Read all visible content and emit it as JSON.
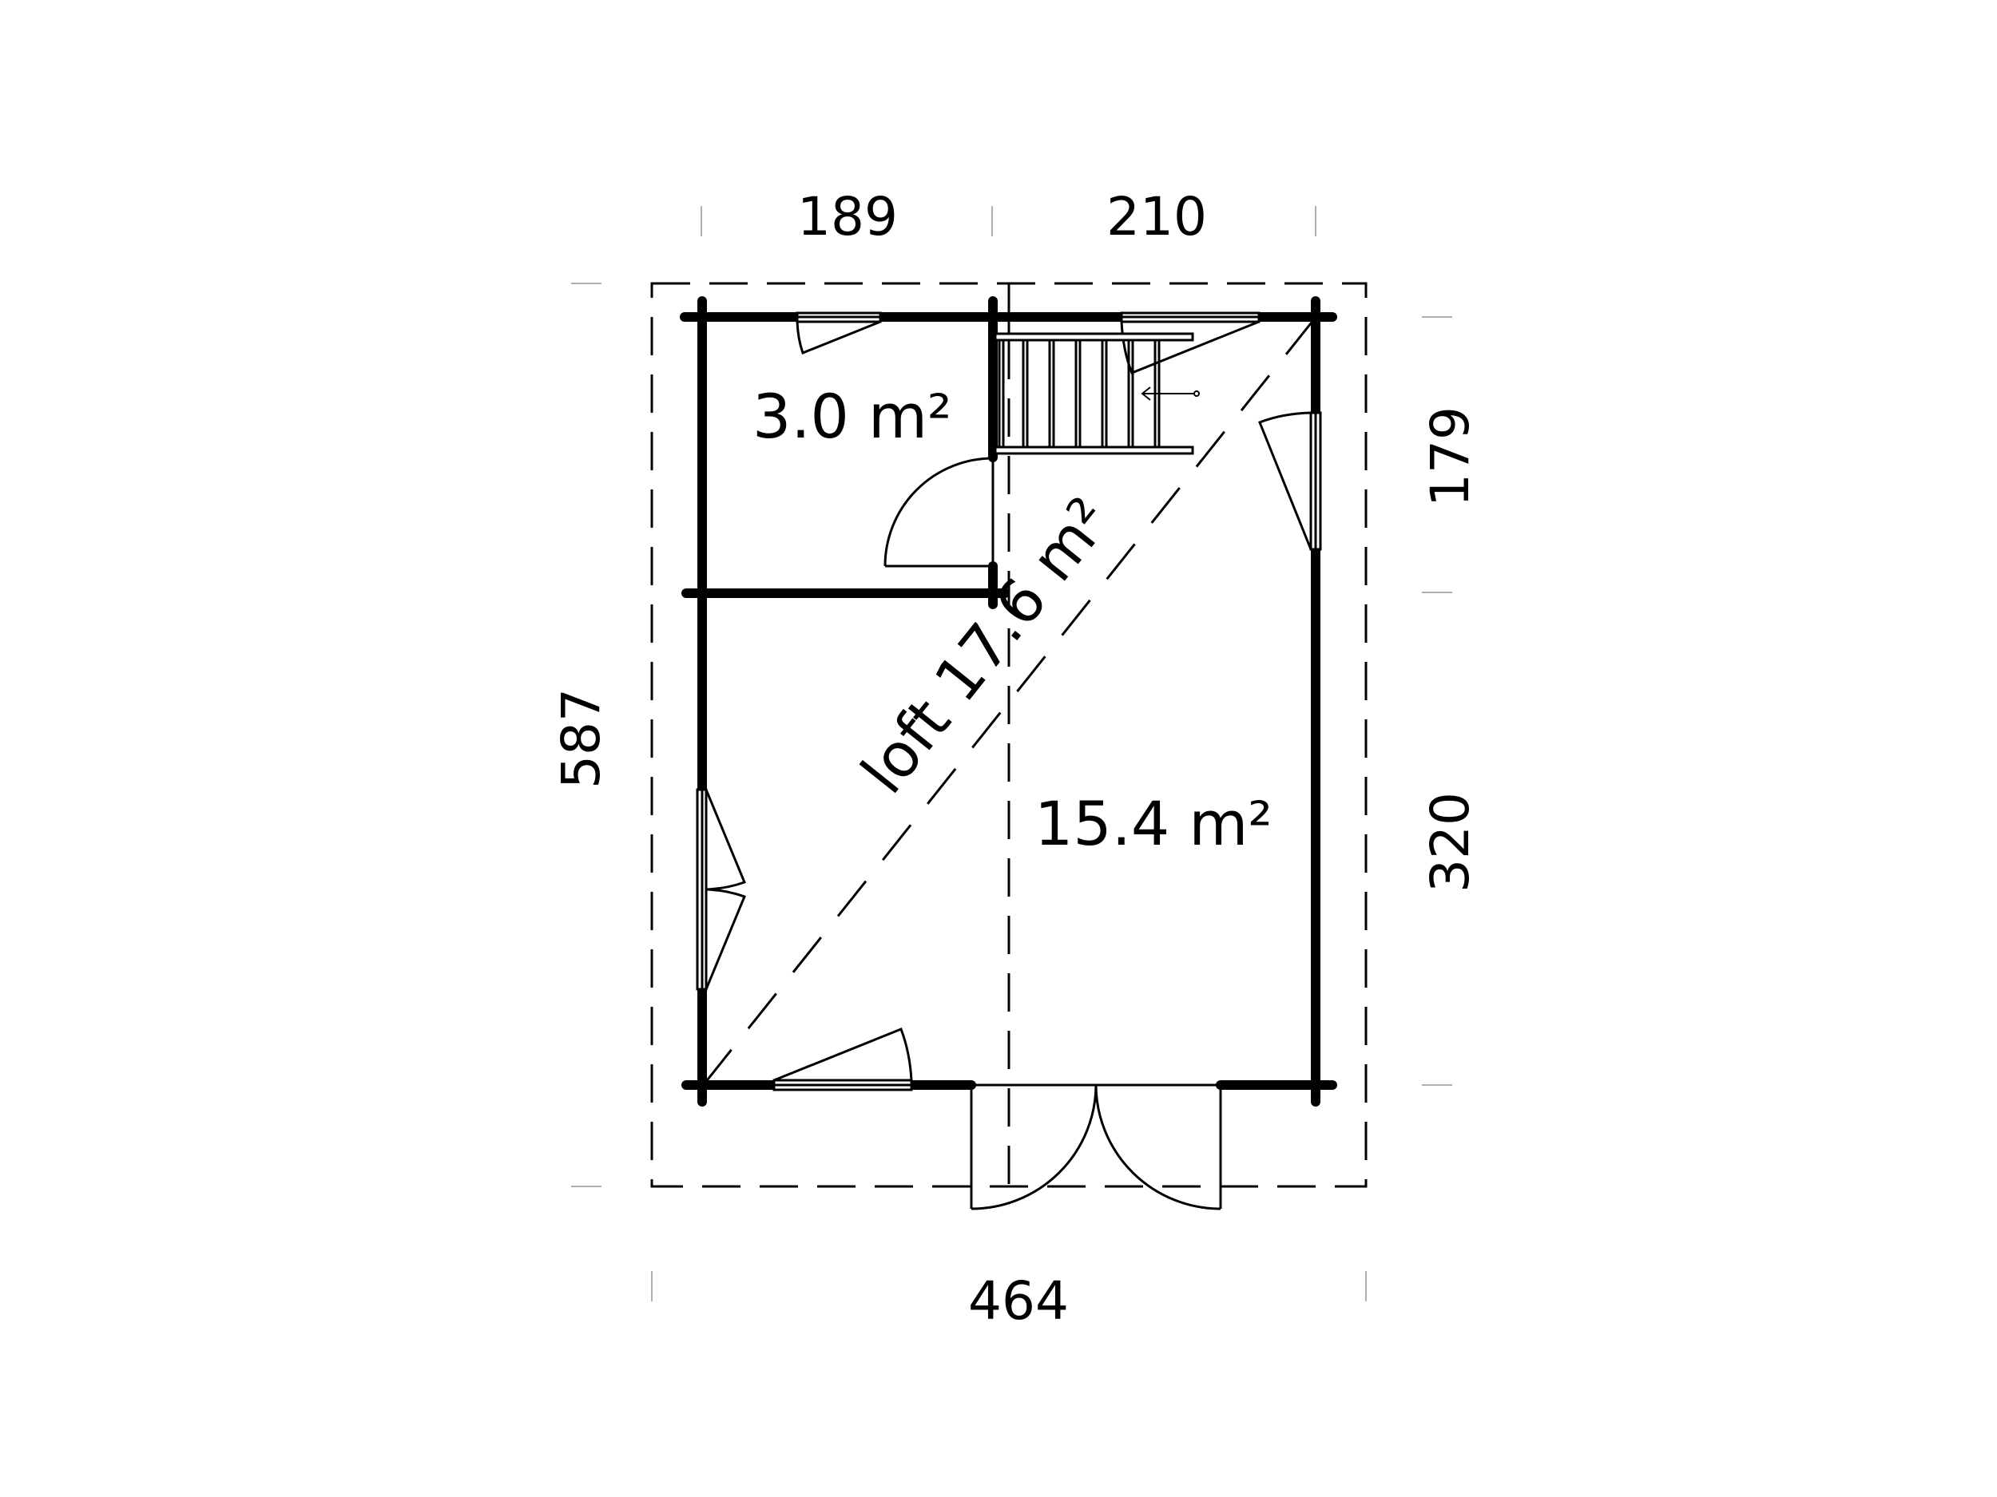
{
  "plan": {
    "type": "floor-plan",
    "dimensions": {
      "top_left": "189",
      "top_right": "210",
      "bottom_total": "464",
      "left_total": "587",
      "right_top": "179",
      "right_bottom": "320"
    },
    "rooms": {
      "small_room_area": "3.0 m²",
      "main_room_area": "15.4 m²",
      "loft_label": "loft 17.6 m²"
    },
    "colors": {
      "line": "#000000",
      "tick": "#b0b0b0",
      "background": "#ffffff"
    }
  }
}
